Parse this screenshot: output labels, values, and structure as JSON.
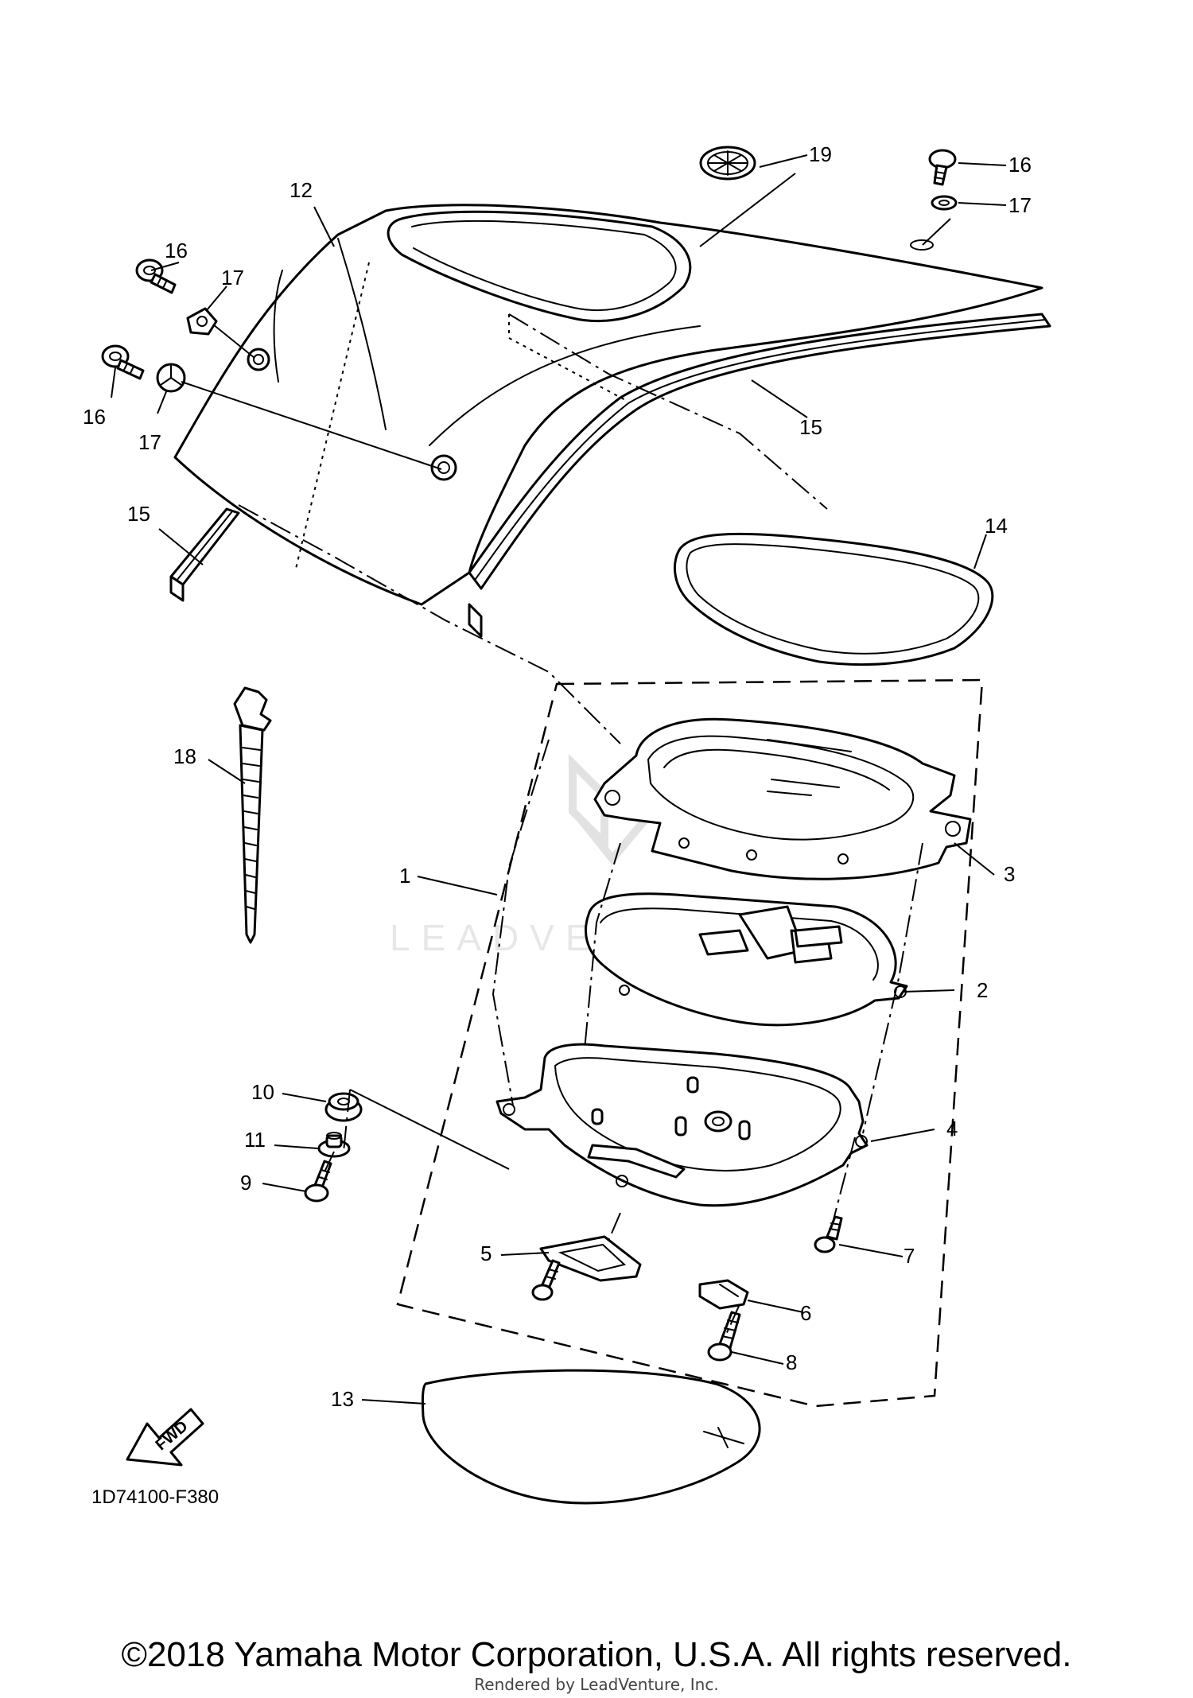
{
  "diagram": {
    "code": "1D74100-F380",
    "fwd_label": "FWD",
    "watermark": "LEADVENTURE",
    "callouts": {
      "c1": "1",
      "c2": "2",
      "c3": "3",
      "c4": "4",
      "c5": "5",
      "c6": "6",
      "c7": "7",
      "c8": "8",
      "c9": "9",
      "c10": "10",
      "c11": "11",
      "c12": "12",
      "c13": "13",
      "c14": "14",
      "c15a": "15",
      "c15b": "15",
      "c16a": "16",
      "c16b": "16",
      "c16c": "16",
      "c17a": "17",
      "c17b": "17",
      "c17c": "17",
      "c18": "18",
      "c19": "19"
    }
  },
  "footer": {
    "copyright": "©2018 Yamaha Motor Corporation, U.S.A. All rights reserved.",
    "rendered_by": "Rendered by LeadVenture, Inc."
  }
}
